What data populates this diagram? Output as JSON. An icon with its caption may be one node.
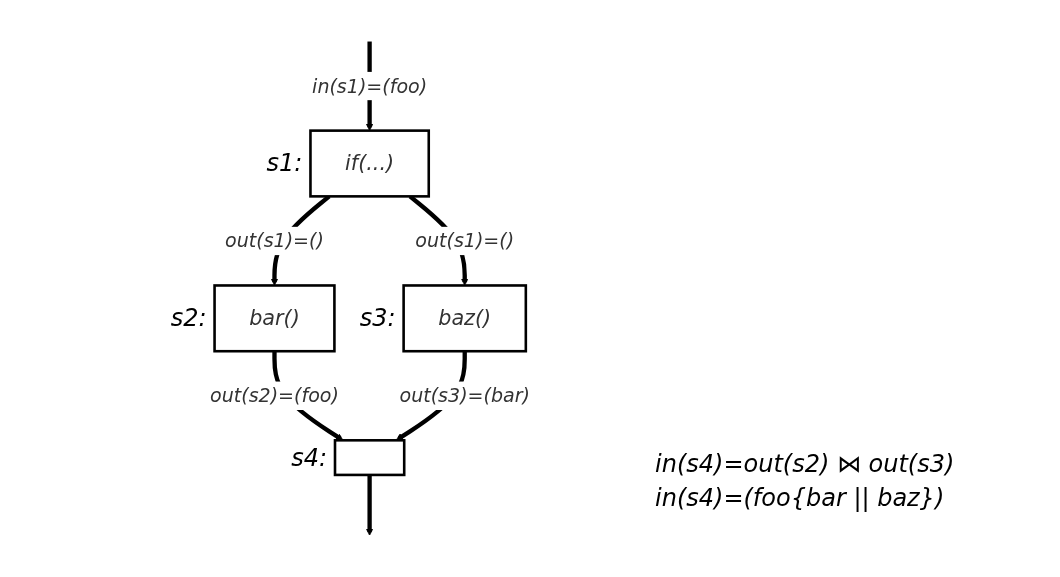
{
  "diagram": {
    "nodes": [
      {
        "text": [
          "if(...)"
        ],
        "beside": [
          "s1:"
        ]
      },
      {
        "text": [
          "bar()"
        ],
        "beside": [
          "s2:"
        ]
      },
      {
        "text": [
          "baz()"
        ],
        "beside": [
          "s3:"
        ]
      },
      {
        "text": [],
        "shape": "box",
        "beside": [
          "s4:"
        ]
      }
    ],
    "edges": [
      {
        "from": null,
        "to": 0,
        "arrow": "to",
        "label": "in(s1)=(foo)"
      },
      {
        "from": 0,
        "to": 1,
        "arrow": "to",
        "label": "out(s1)=()"
      },
      {
        "from": 0,
        "to": 2,
        "arrow": "to",
        "label": "out(s1)=()"
      },
      {
        "from": 1,
        "to": 3,
        "arrow": "to",
        "label": "out(s2)=(foo)"
      },
      {
        "from": 2,
        "to": 3,
        "arrow": "to",
        "label": "out(s3)=(bar)"
      },
      {
        "from": 3,
        "to": null,
        "arrow": "to"
      }
    ],
    "labels": [
      "in(s4)=out(s2) ⋈ out(s3)",
      "in(s4)=(foo{bar || baz})"
    ]
  }
}
